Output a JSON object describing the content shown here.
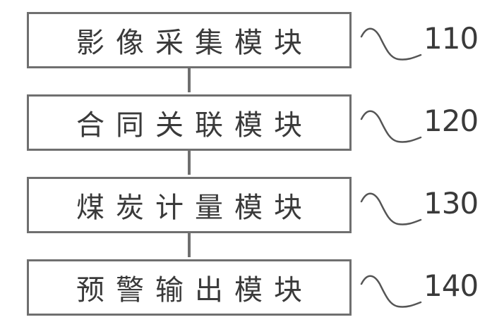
{
  "modules": [
    {
      "label": "影像采集模块",
      "ref": "110"
    },
    {
      "label": "合同关联模块",
      "ref": "120"
    },
    {
      "label": "煤炭计量模块",
      "ref": "130"
    },
    {
      "label": "预警输出模块",
      "ref": "140"
    }
  ],
  "colors": {
    "box_border": "#6f6f6f",
    "text": "#3a3a3a",
    "background": "#ffffff"
  }
}
